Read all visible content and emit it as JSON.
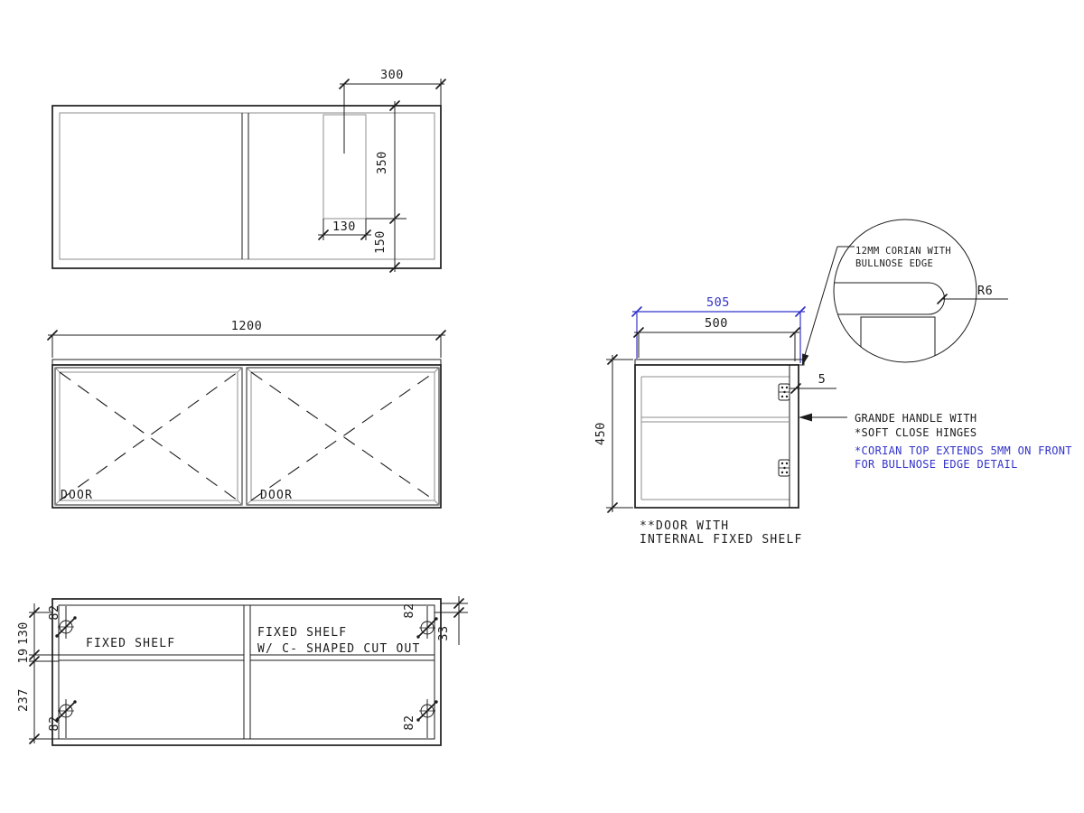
{
  "colors": {
    "line": "#1c1c1c",
    "gray": "#8d8d8d",
    "blue": "#3333cb",
    "bg": "#ffffff"
  },
  "plan": {
    "dim_width": "300",
    "dim_depth": "350",
    "dim_cutout_width": "130",
    "dim_front": "150"
  },
  "front": {
    "dim_width": "1200",
    "door_label": "DOOR"
  },
  "internal": {
    "dim_top": "130",
    "dim_shelf_thickness": "19",
    "dim_bottom": "237",
    "dim_side": "33",
    "dim_hinge": "82",
    "shelf_left": "FIXED SHELF",
    "shelf_right_line1": "FIXED SHELF",
    "shelf_right_line2": "W/ C- SHAPED CUT OUT"
  },
  "side": {
    "dim_overall_width": "505",
    "dim_carcass_width": "500",
    "dim_height": "450",
    "dim_overhang": "5",
    "label_line1": "**DOOR WITH",
    "label_line2": "INTERNAL FIXED SHELF"
  },
  "detail": {
    "note_line1": "12MM CORIAN WITH",
    "note_line2": "BULLNOSE EDGE",
    "radius_label": "R6"
  },
  "notes": {
    "handle_line1": "GRANDE HANDLE WITH",
    "handle_line2": "*SOFT CLOSE HINGES",
    "corian_line1": "*CORIAN TOP EXTENDS 5MM ON FRONT",
    "corian_line2": "FOR BULLNOSE EDGE DETAIL"
  }
}
